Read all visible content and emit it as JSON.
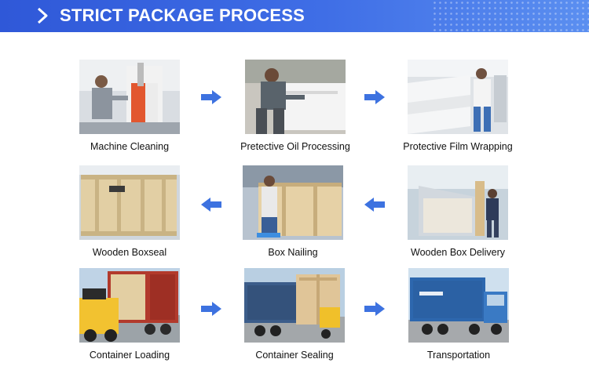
{
  "header": {
    "title": "STRICT PACKAGE PROCESS"
  },
  "steps": [
    {
      "label": "Machine Cleaning"
    },
    {
      "label": "Pretective Oil Processing"
    },
    {
      "label": "Protective Film Wrapping"
    },
    {
      "label": "Wooden Boxseal"
    },
    {
      "label": "Box Nailing"
    },
    {
      "label": "Wooden Box Delivery"
    },
    {
      "label": "Container Loading"
    },
    {
      "label": "Container Sealing"
    },
    {
      "label": "Transportation"
    }
  ],
  "colors": {
    "banner": "#2f58d8",
    "arrow": "#3d72e0",
    "text": "#111111"
  }
}
